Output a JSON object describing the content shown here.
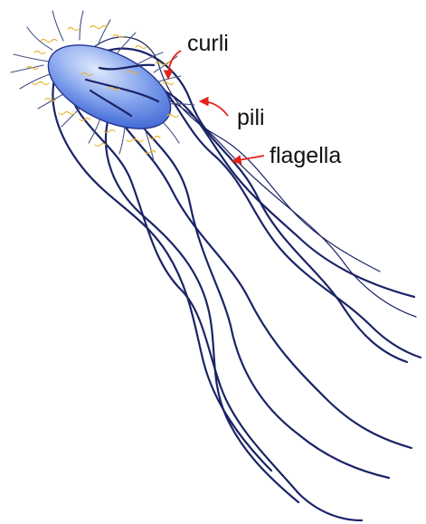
{
  "labels": {
    "curli": "curli",
    "pili": "pili",
    "flagella": "flagella"
  },
  "colors": {
    "flagella": "#1b2466",
    "cell_body_light": "#d7e4fb",
    "cell_body_dark": "#3d66d6",
    "curli": "#e8b530",
    "pili": "#44507f",
    "arrow": "#e2231a"
  }
}
